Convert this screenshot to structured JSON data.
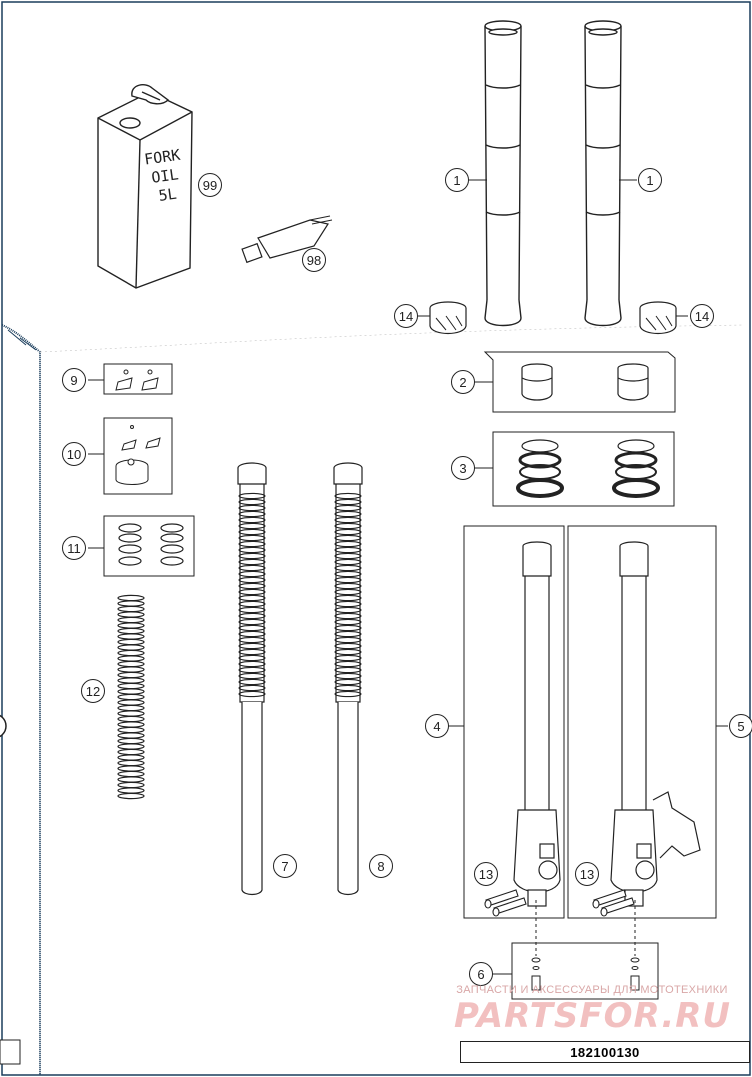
{
  "parts": [
    {
      "id": "1a",
      "number": "1"
    },
    {
      "id": "1b",
      "number": "1"
    },
    {
      "id": "2",
      "number": "2"
    },
    {
      "id": "3",
      "number": "3"
    },
    {
      "id": "4",
      "number": "4"
    },
    {
      "id": "5",
      "number": "5"
    },
    {
      "id": "6",
      "number": "6"
    },
    {
      "id": "7",
      "number": "7"
    },
    {
      "id": "8",
      "number": "8"
    },
    {
      "id": "9",
      "number": "9"
    },
    {
      "id": "10",
      "number": "10"
    },
    {
      "id": "11",
      "number": "11"
    },
    {
      "id": "12",
      "number": "12"
    },
    {
      "id": "13a",
      "number": "13"
    },
    {
      "id": "13b",
      "number": "13"
    },
    {
      "id": "14a",
      "number": "14"
    },
    {
      "id": "14b",
      "number": "14"
    },
    {
      "id": "98",
      "number": "98"
    },
    {
      "id": "99",
      "number": "99"
    }
  ],
  "oil_can_text": [
    "FORK",
    "OIL",
    "5L"
  ],
  "drawing_number": "182100130",
  "watermark": {
    "tagline": "ЗАПЧАСТИ И АКСЕССУАРЫ ДЛЯ МОТОТЕХНИКИ",
    "brand": "PARTSFOR.RU"
  }
}
